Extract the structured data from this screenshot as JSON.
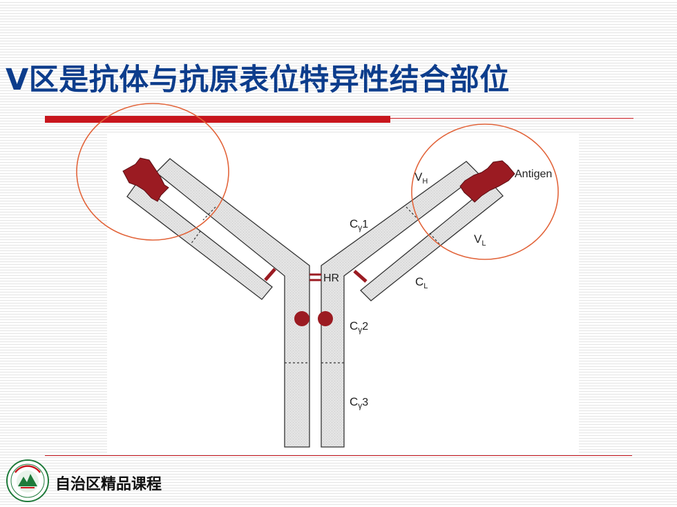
{
  "title": "V区是抗体与抗原表位特异性结合部位",
  "footer": {
    "course": "自治区精品课程"
  },
  "diagram": {
    "labels": {
      "vh_main": "V",
      "vh_sub": "H",
      "antigen": "Antigen",
      "cg1_main": "C",
      "cg1_greek": "γ",
      "cg1_num": "1",
      "vl_main": "V",
      "vl_sub": "L",
      "hr": "HR",
      "cl_main": "C",
      "cl_sub": "L",
      "cg2_main": "C",
      "cg2_greek": "γ",
      "cg2_num": "2",
      "cg3_main": "C",
      "cg3_greek": "γ",
      "cg3_num": "3"
    }
  },
  "colors": {
    "title": "#0d3d8c",
    "accent_red": "#c8161d",
    "antigen": "#9b1b22",
    "chain_fill": "#e2e2e2",
    "circle": "#e2643a",
    "logo_green": "#1e7a3a"
  }
}
